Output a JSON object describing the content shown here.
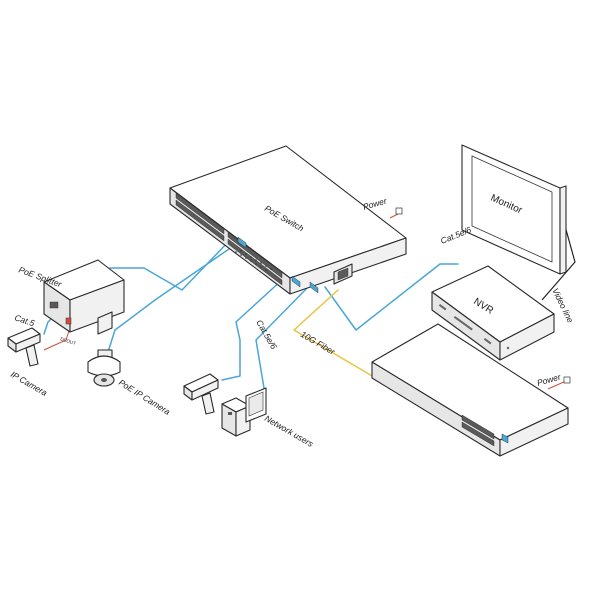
{
  "diagram": {
    "title": "",
    "devices": {
      "poe_switch": "PoE Switch",
      "monitor": "Monitor",
      "nvr": "NVR",
      "poe_splitter": "PoE Splitter",
      "dcout": "DCOUT"
    },
    "labels": {
      "power_top": "Power",
      "power_bottom": "Power",
      "cat56_nvr": "Cat.5e/6",
      "video_line": "Video line",
      "cat5": "Cat.5",
      "ip_camera": "IP Camera",
      "poe_ip_camera": "PoE IP Camera",
      "cat56_users": "Cat.5e/6",
      "fiber": "10G Fiber",
      "network_users": "Network users"
    }
  },
  "colors": {
    "cat_cable": "#4aa6d6",
    "fiber_cable": "#e8c340",
    "video_cable": "#222222",
    "power_cable": "#d44a3c"
  }
}
